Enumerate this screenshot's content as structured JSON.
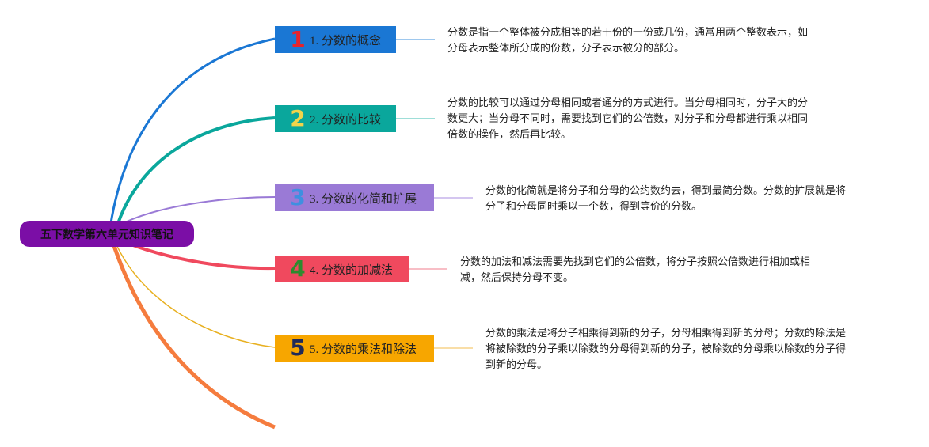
{
  "root": {
    "label": "五下数学第六单元知识笔记"
  },
  "topics": [
    {
      "num": "1",
      "label": "1. 分数的概念",
      "color": "#1a77d4",
      "num_color": "#e8232b",
      "note": [
        "分数是指一个整体被分成相等的若干份的一份或几份，通常用两个整数表示，如",
        "分母表示整体所分成的份数，分子表示被分的部分。"
      ]
    },
    {
      "num": "2",
      "label": "2. 分数的比较",
      "color": "#0aa79c",
      "num_color": "#f3d44a",
      "note": [
        "分数的比较可以通过分母相同或者通分的方式进行。当分母相同时，分子大的分",
        "数更大；当分母不同时，需要找到它们的公倍数，对分子和分母都进行乘以相同",
        "倍数的操作，然后再比较。"
      ]
    },
    {
      "num": "3",
      "label": "3. 分数的化简和扩展",
      "color": "#9a7ad6",
      "num_color": "#3f8fe0",
      "note": [
        "分数的化简就是将分子和分母的公约数约去，得到最简分数。分数的扩展就是将",
        "分子和分母同时乘以一个数，得到等价的分数。"
      ]
    },
    {
      "num": "4",
      "label": "4. 分数的加减法",
      "color": "#f0495e",
      "num_color": "#2e8b2e",
      "note": [
        "分数的加法和减法需要先找到它们的公倍数，将分子按照公倍数进行相加或相",
        "减，然后保持分母不变。"
      ]
    },
    {
      "num": "5",
      "label": "5. 分数的乘法和除法",
      "color": "#f7a600",
      "num_color": "#1f2a5a",
      "note": [
        "分数的乘法是将分子相乘得到新的分子，分母相乘得到新的分母；分数的除法是",
        "将被除数的分子乘以除数的分母得到新的分子，被除数的分母乘以除数的分子得",
        "到新的分母。"
      ]
    }
  ],
  "colors": {
    "root": "#7b0ea6",
    "trailing_branch": "#f57c3e"
  }
}
